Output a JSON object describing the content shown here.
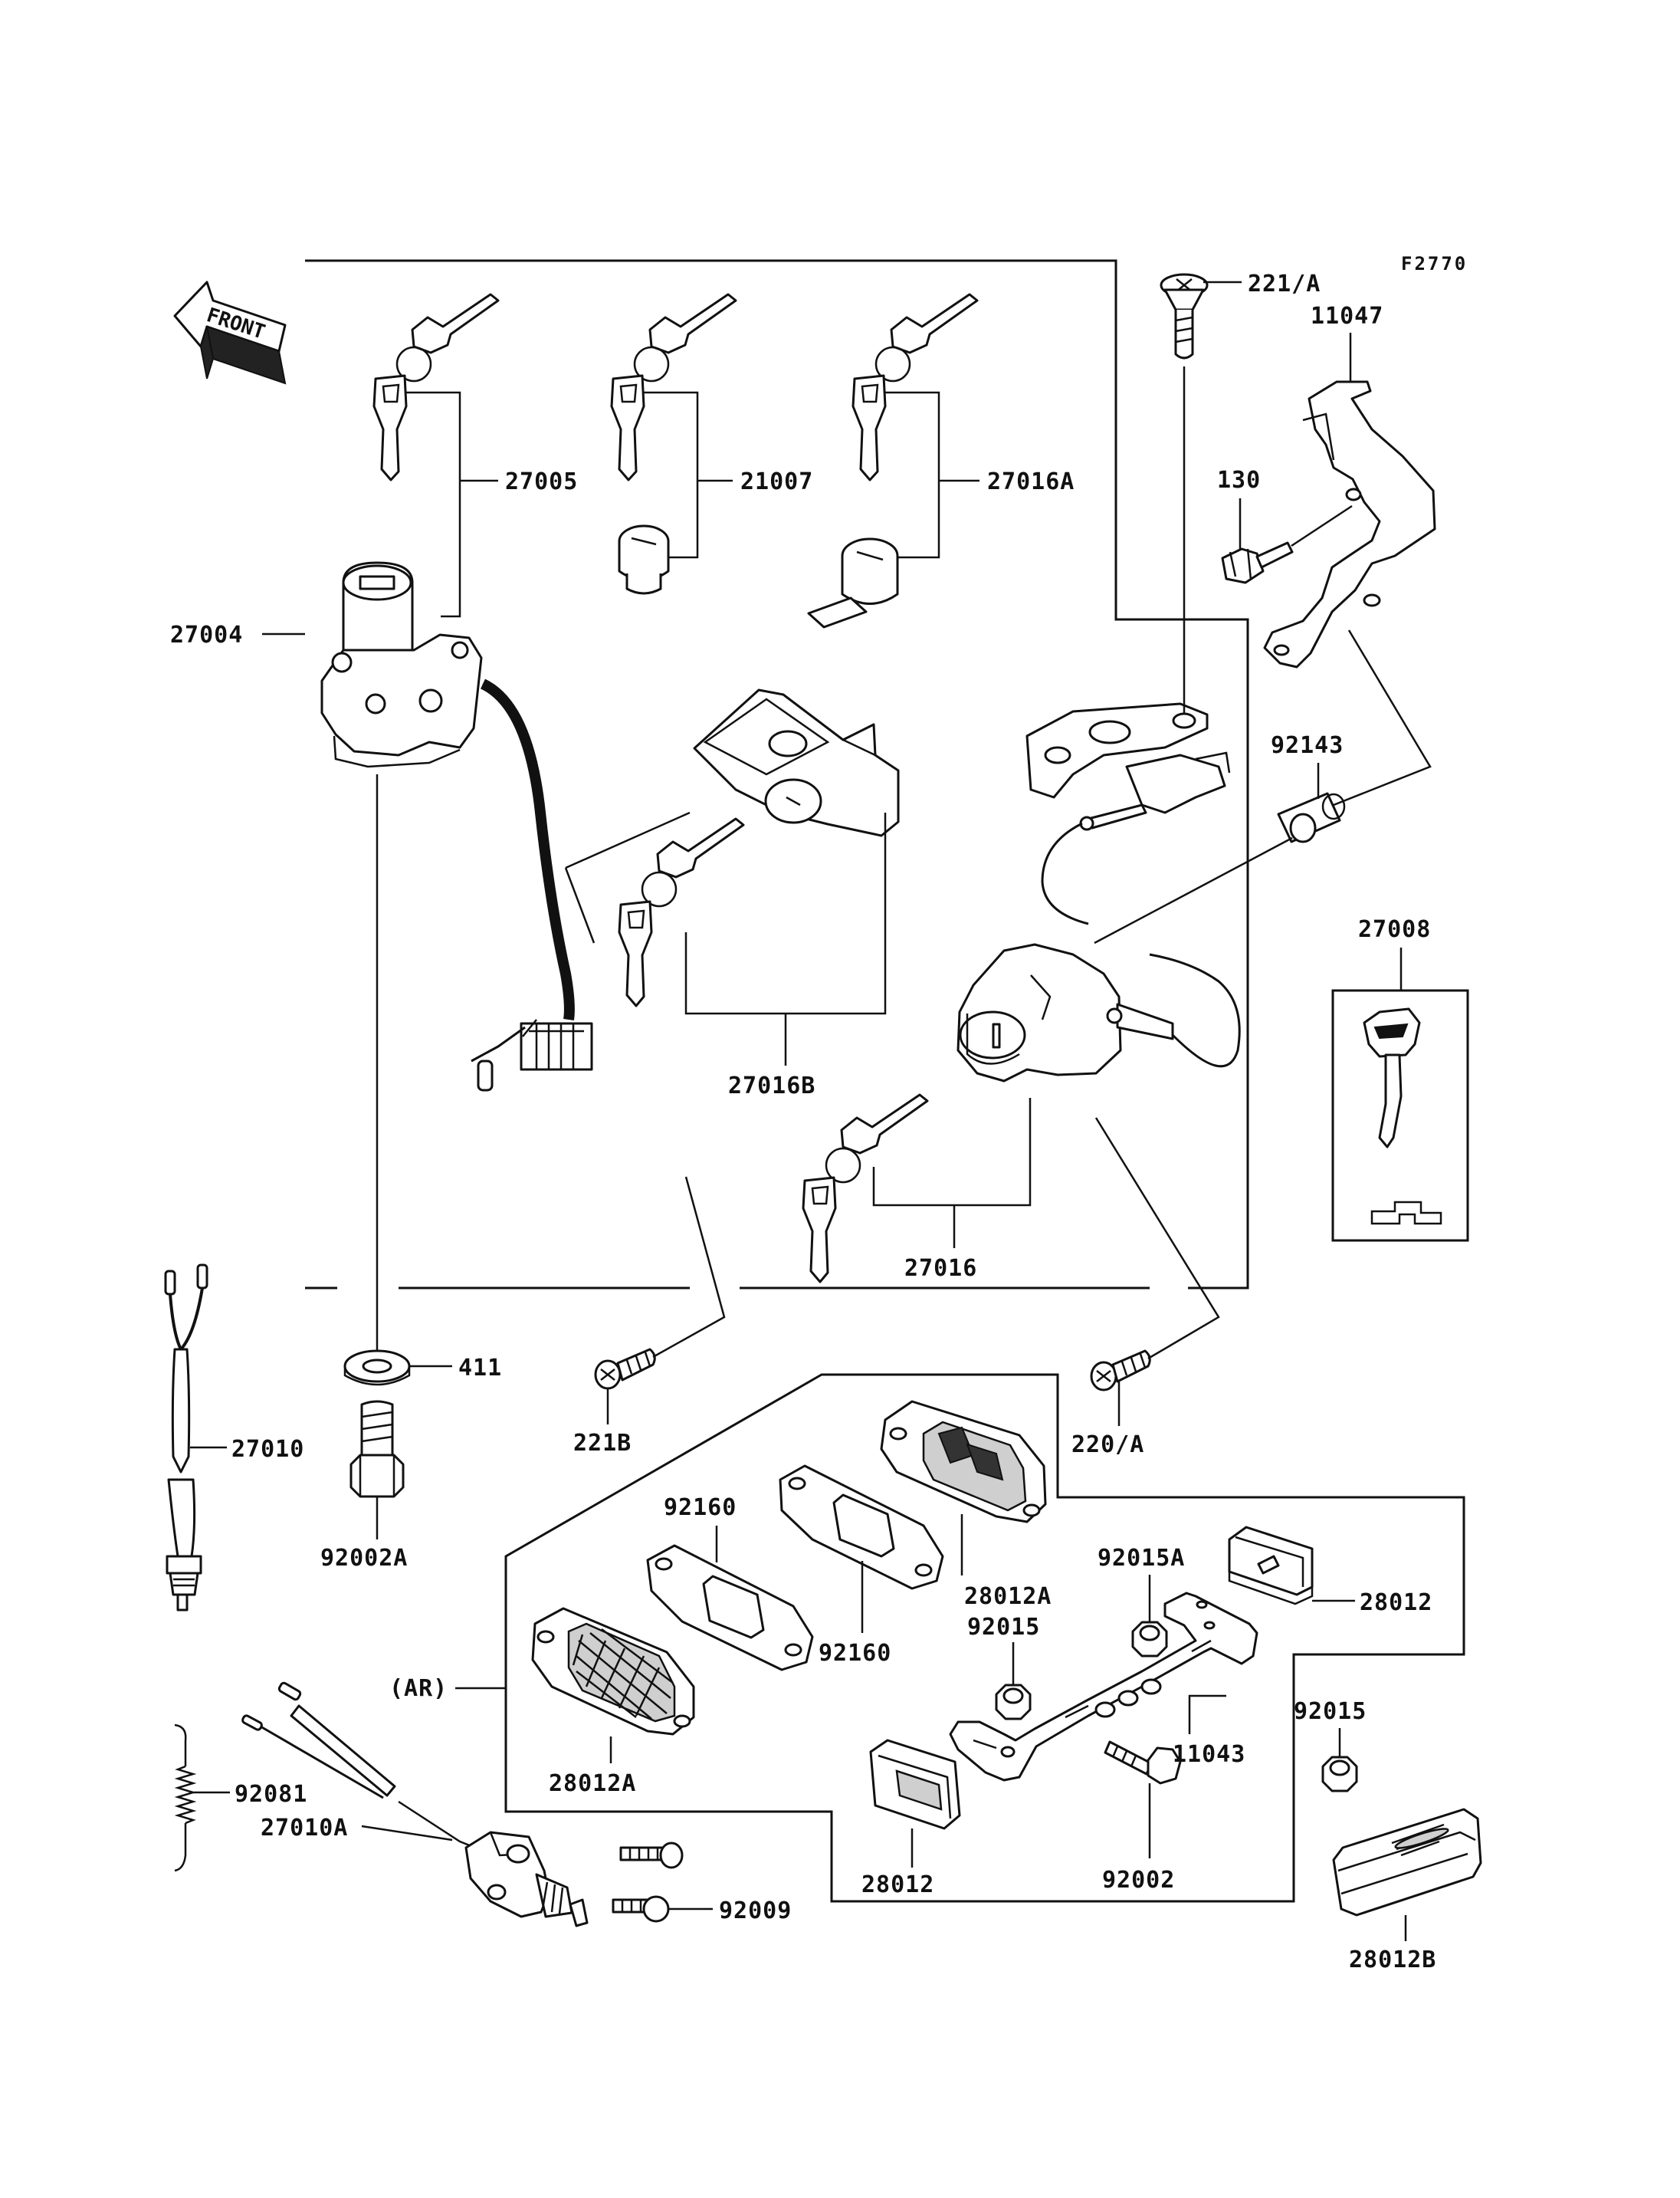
{
  "figure_code": "F2770",
  "front_label": "FRONT",
  "labels": {
    "p27004": "27004",
    "p27005": "27005",
    "p21007": "21007",
    "p27016A": "27016A",
    "p221A": "221/A",
    "p11047": "11047",
    "p130": "130",
    "p92143": "92143",
    "p27008": "27008",
    "p27016B": "27016B",
    "p27016": "27016",
    "p411": "411",
    "p27010": "27010",
    "p221B": "221B",
    "p220A": "220/A",
    "p92002A": "92002A",
    "p92160a": "92160",
    "p92160b": "92160",
    "p28012A_top": "28012A",
    "p92015A": "92015A",
    "p92015_mid": "92015",
    "p28012_right": "28012",
    "pAR": "(AR)",
    "p28012A_left": "28012A",
    "p11043": "11043",
    "p92015_right": "92015",
    "p92081": "92081",
    "p27010A": "27010A",
    "p28012_bottom": "28012",
    "p92002": "92002",
    "p92009": "92009",
    "p28012B": "28012B"
  }
}
